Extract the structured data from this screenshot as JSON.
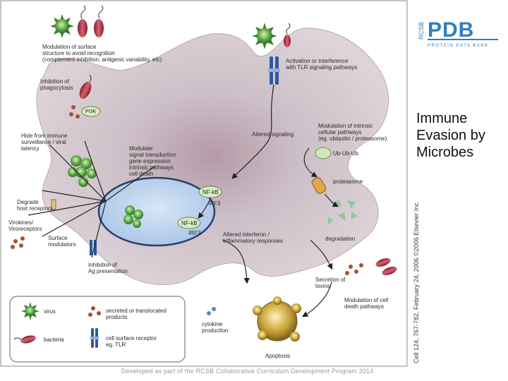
{
  "logo": {
    "rcsb": "RCSB",
    "pdb": "PDB",
    "tagline": "PROTEIN DATA BANK"
  },
  "side_title": "Immune\nEvasion by\nMicrobes",
  "footer": "Developed as part of the RCSB Collaborative Curriculum Development Program 2014",
  "credit": "Cell 124, 767-782, February 24, 2006 ©2006 Elsevier Inc.",
  "diagram": {
    "surface_modulation": "Modulation of surface\nstructure to avoid recognition\n(complement inhibition, antigenic variability, etc)",
    "tlr_activation": "Activation or interference\nwith TLR signaling pathways",
    "phagocytosis": "Inhibition of\nphagocytosis",
    "pi3k": "PI3K",
    "altered_signaling": "Altered signaling",
    "intrinsic_pathways": "Modulation of intrinsic\ncellular pathways\n(eg. ubiquitin / proteasome)",
    "ubiquitin": "Ub-Ub-Ub",
    "proteasome": "proteasome",
    "hide_immune": "Hide from immune\nsurveillance / viral\nlatency",
    "modulate_signal": "Modulate:\nsignal transduction\ngene expression\nintrinsic pathways\ncell death",
    "degrade_receptors": "Degrade\nhost receptors",
    "nfkb_top": "NF-kB",
    "irf3_top": "IRF3",
    "virokines": "Virokines/\nViroreceptors",
    "surface_modulators": "Surface\nmodulators",
    "nfkb_nucleus": "NF-kB",
    "irf3_nucleus": "IRF3",
    "interferon": "Altered interferon /\ninflammatory responses",
    "degradation": "degradation",
    "ag_presentation": "Inhibition of\nAg presentation",
    "toxins": "Secretion of\ntoxins",
    "cell_death": "Modulation of cell\ndeath pathways",
    "cytokine": "cytokine\nproduction",
    "apoptosis": "Apoptosis"
  },
  "legend": {
    "virus": "virus",
    "bacteria": "bacteria",
    "secreted": "secreted or translocated\nproducts",
    "receptor": "cell surface receptor\neg. TLR"
  },
  "colors": {
    "cell": "#cdbfc7",
    "nucleus": "#bcd3ee",
    "virus": "#56a54a",
    "bacteria": "#a7304a",
    "receptor": "#2d58a0",
    "apoptosis": "#b8962f",
    "pdb_blue": "#2f7fbf"
  }
}
